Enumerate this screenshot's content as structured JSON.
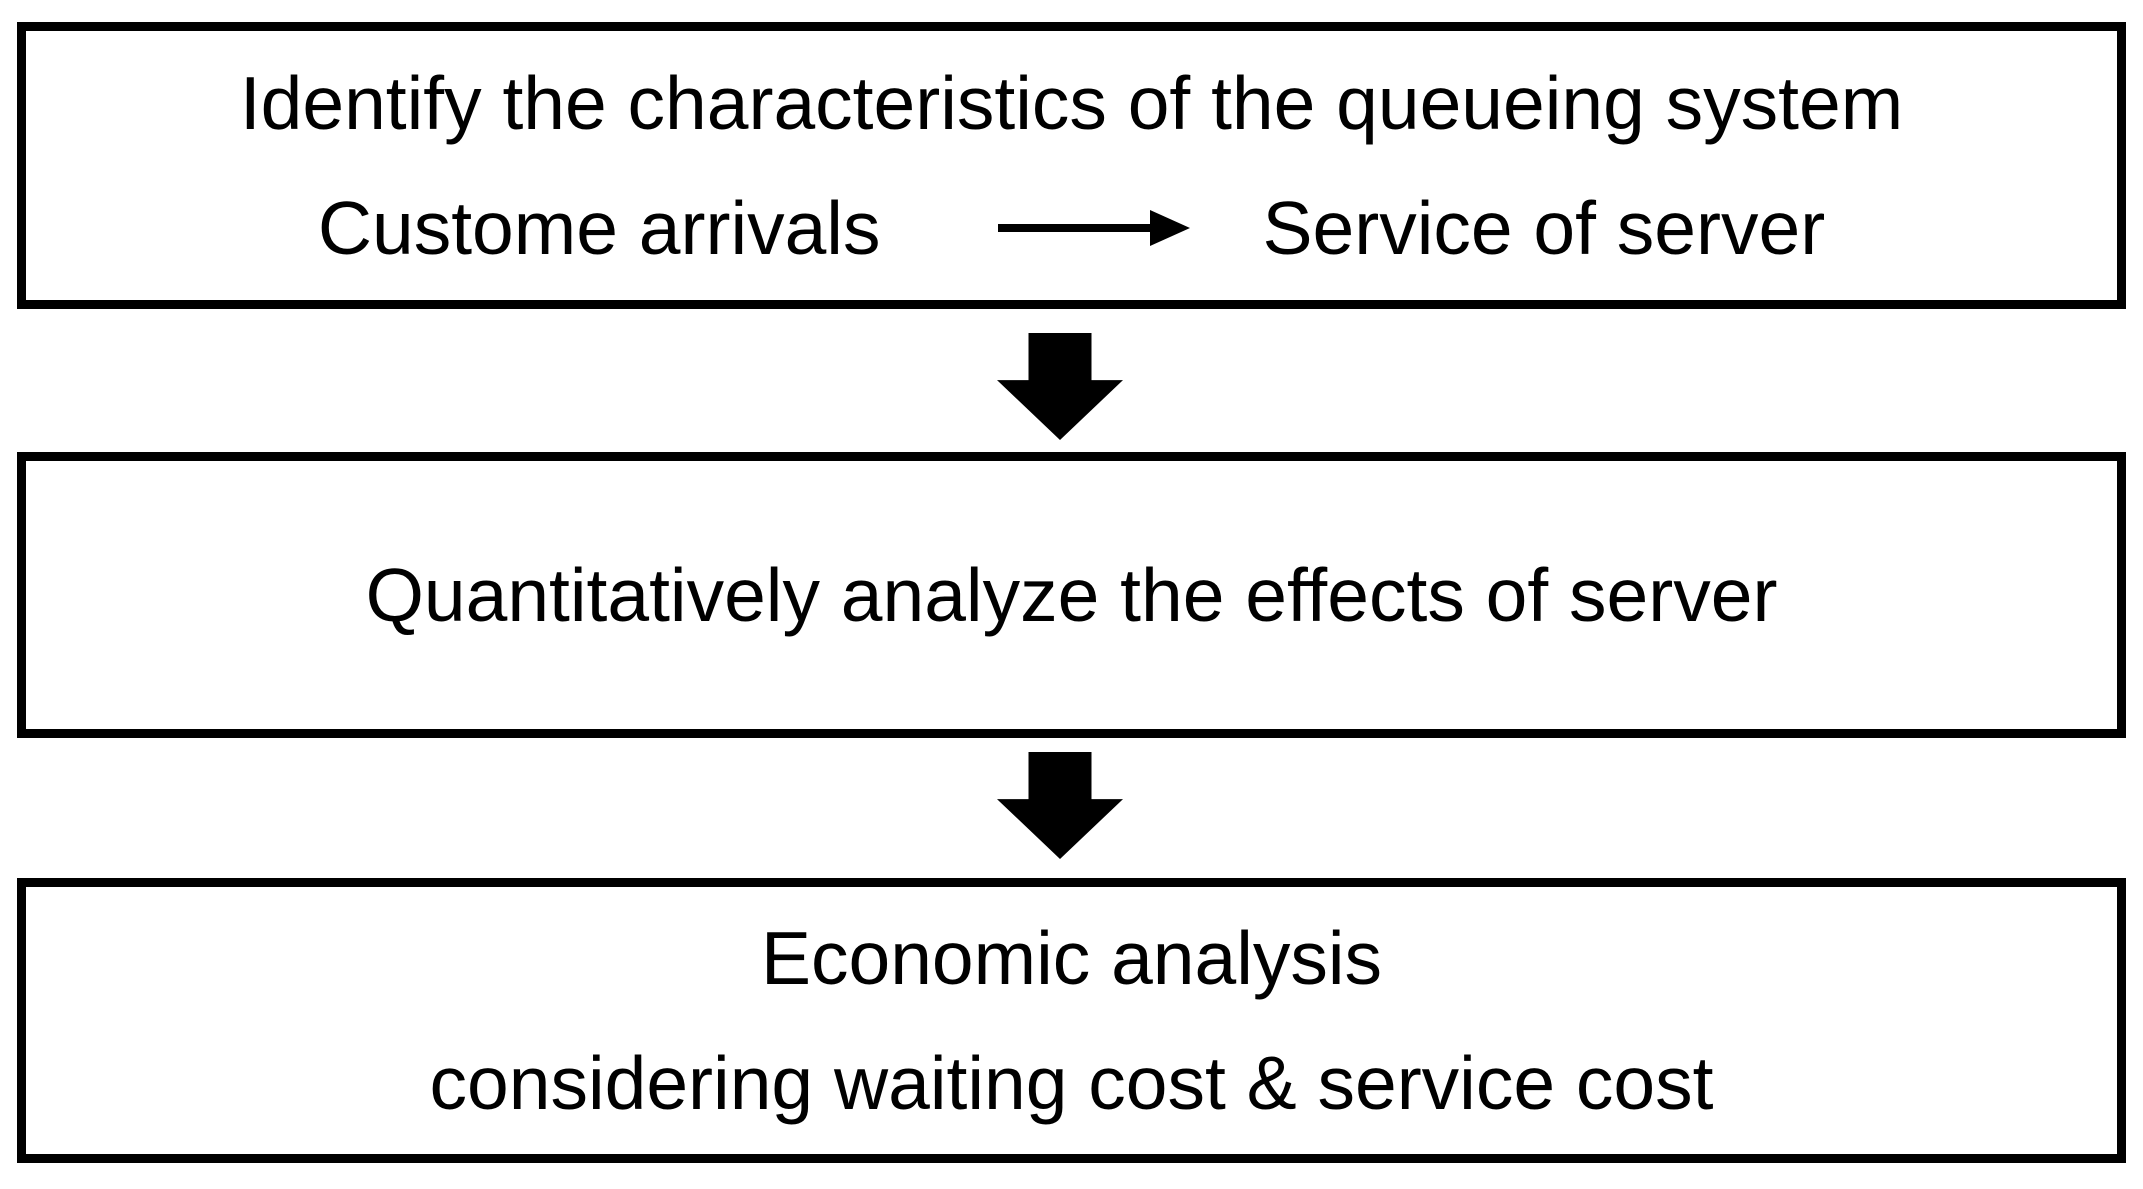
{
  "colors": {
    "ink": "#000000",
    "paper": "#ffffff"
  },
  "flowchart": {
    "step1": {
      "title": "Identify the characteristics of the queueing system",
      "flow_left": "Custome arrivals",
      "flow_right": "Service of server"
    },
    "step2": {
      "title": "Quantitatively analyze the effects of server"
    },
    "step3": {
      "line1": "Economic analysis",
      "line2": "considering waiting cost & service cost"
    }
  }
}
